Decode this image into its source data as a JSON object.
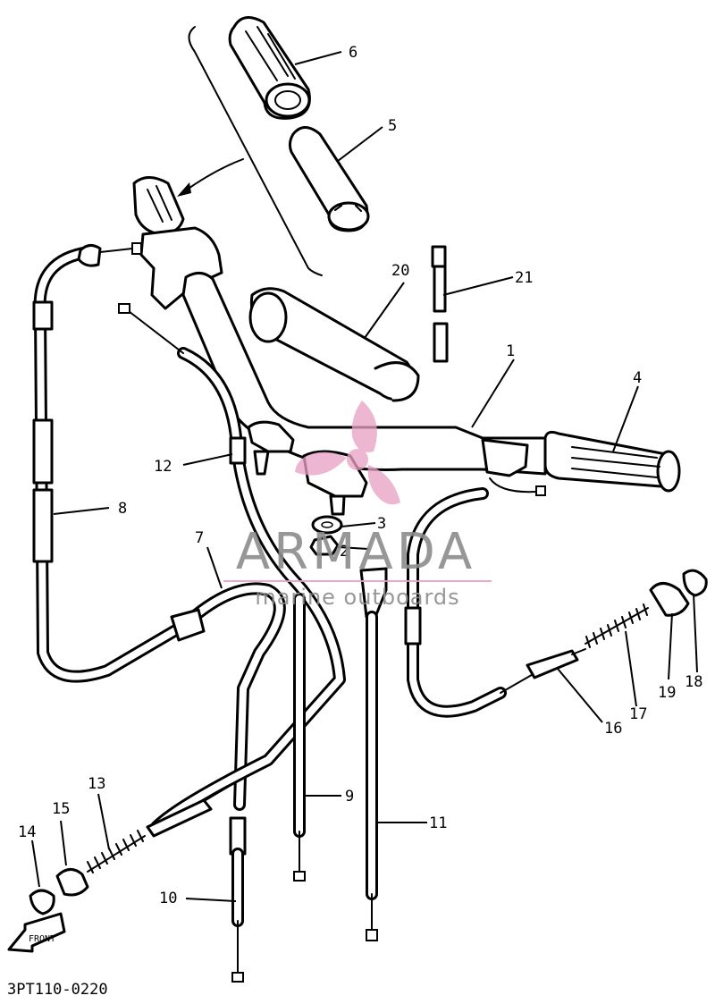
{
  "diagram": {
    "code": "3PT110-0220",
    "callouts": [
      "1",
      "2",
      "3",
      "4",
      "5",
      "6",
      "7",
      "8",
      "9",
      "10",
      "11",
      "12",
      "13",
      "14",
      "15",
      "16",
      "17",
      "18",
      "19",
      "20",
      "21"
    ],
    "front_label": "FRONT"
  },
  "watermark": {
    "title": "ARMADA",
    "subtitle": "marine outboards",
    "accent_color": "#e8a0c4",
    "text_color": "#8c8c8c"
  }
}
